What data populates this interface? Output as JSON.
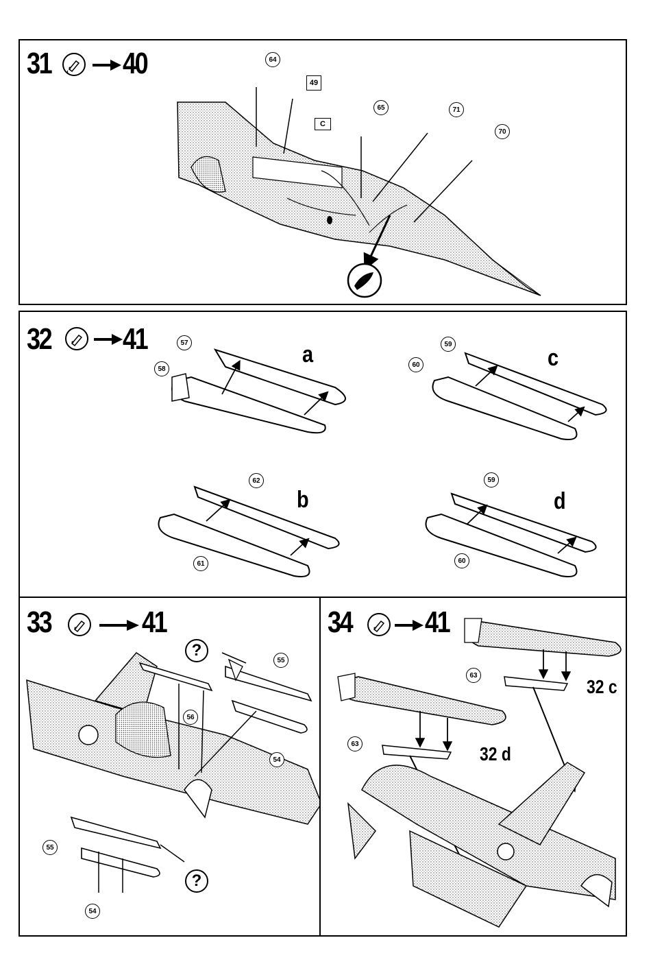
{
  "steps": [
    {
      "id": "31",
      "from": "31",
      "to": "40",
      "parts": [
        "64",
        "49",
        "65",
        "71",
        "70"
      ],
      "flag": "C"
    },
    {
      "id": "32",
      "from": "32",
      "to": "41",
      "parts": [
        "57",
        "58",
        "62",
        "61",
        "59",
        "60",
        "59",
        "60"
      ],
      "variants": [
        "a",
        "b",
        "c",
        "d"
      ]
    },
    {
      "id": "33",
      "from": "33",
      "to": "41",
      "parts": [
        "55",
        "56",
        "54",
        "55",
        "54"
      ],
      "help": "?"
    },
    {
      "id": "34",
      "from": "34",
      "to": "41",
      "parts": [
        "63",
        "63"
      ],
      "refs": [
        "32c",
        "32d"
      ],
      "ref_c": "32 c",
      "ref_d": "32 d"
    }
  ],
  "icons": [
    "glue-tube-icon",
    "arrow-right-icon",
    "question-icon",
    "blade-icon"
  ]
}
